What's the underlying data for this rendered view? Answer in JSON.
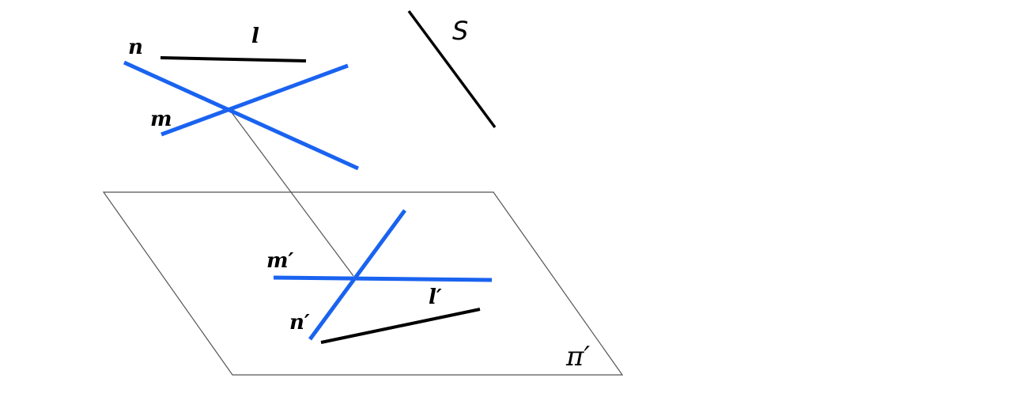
{
  "labels": {
    "l": "l",
    "n": "n",
    "m": "m",
    "s": "S",
    "m_prime": "m′",
    "l_prime": "l′",
    "n_prime": "n′",
    "pi_prime": "π′"
  },
  "colors": {
    "skew_lines": "#1a63f0",
    "other_lines": "#000000",
    "outline": "#555555",
    "background": "#ffffff"
  }
}
